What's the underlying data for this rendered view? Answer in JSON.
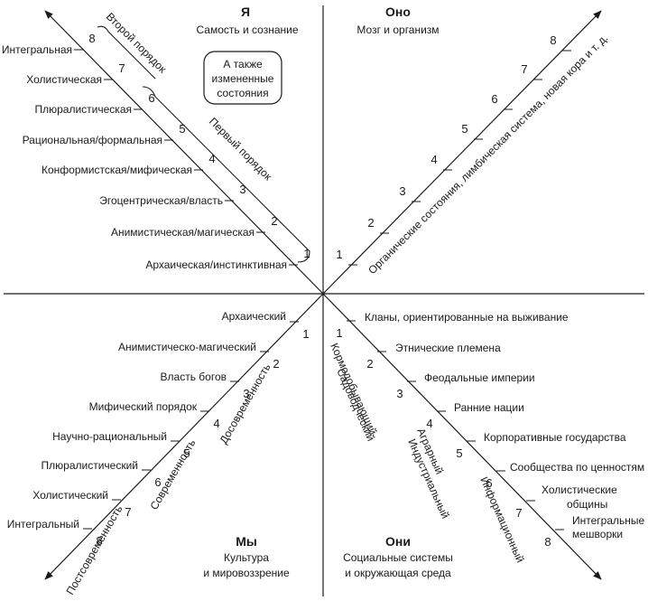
{
  "quadrants": {
    "ul": {
      "title": "Я",
      "subtitle": "Самость и сознание"
    },
    "ur": {
      "title": "Оно",
      "subtitle": "Мозг и организм"
    },
    "ll": {
      "title": "Мы",
      "subtitle_line1": "Культура",
      "subtitle_line2": "и мировоззрение"
    },
    "lr": {
      "title": "Они",
      "subtitle_line1": "Социальные системы",
      "subtitle_line2": "и окружающая среда"
    }
  },
  "ul": {
    "levels": [
      "Архаическая/инстинктивная",
      "Анимистическая/магическая",
      "Эгоцентрическая/власть",
      "Конформистская/мифическая",
      "Рациональная/формальная",
      "Плюралистическая",
      "Холистическая",
      "Интегральная"
    ],
    "box": [
      "А также",
      "измененные",
      "состояния"
    ],
    "first_order": "Первый порядок",
    "second_order": "Второй порядок"
  },
  "ur": {
    "axis_label": "Органические состояния, лимбическая система, новая кора и т. д."
  },
  "ll": {
    "levels": [
      "Архаический",
      "Анимистическо-магический",
      "Власть богов",
      "Мифический порядок",
      "Научно-рациональный",
      "Плюралистический",
      "Холистический",
      "Интегральный"
    ],
    "labels": [
      "Досовременность",
      "Современность",
      "Постсовременность"
    ]
  },
  "lr": {
    "levels": [
      "Кланы, ориентированные на выживание",
      "Этнические племена",
      "Феодальные империи",
      "Ранние нации",
      "Корпоративные государства",
      "Сообщества по ценностям",
      "Холистические",
      "общины",
      "Интегральные",
      "мешворки"
    ],
    "labels": [
      "Кормодобывающий",
      "Садоводческий",
      "Аграрный",
      "Индустриальный",
      "Информационный"
    ]
  },
  "numbers": [
    "1",
    "2",
    "3",
    "4",
    "5",
    "6",
    "7",
    "8"
  ]
}
